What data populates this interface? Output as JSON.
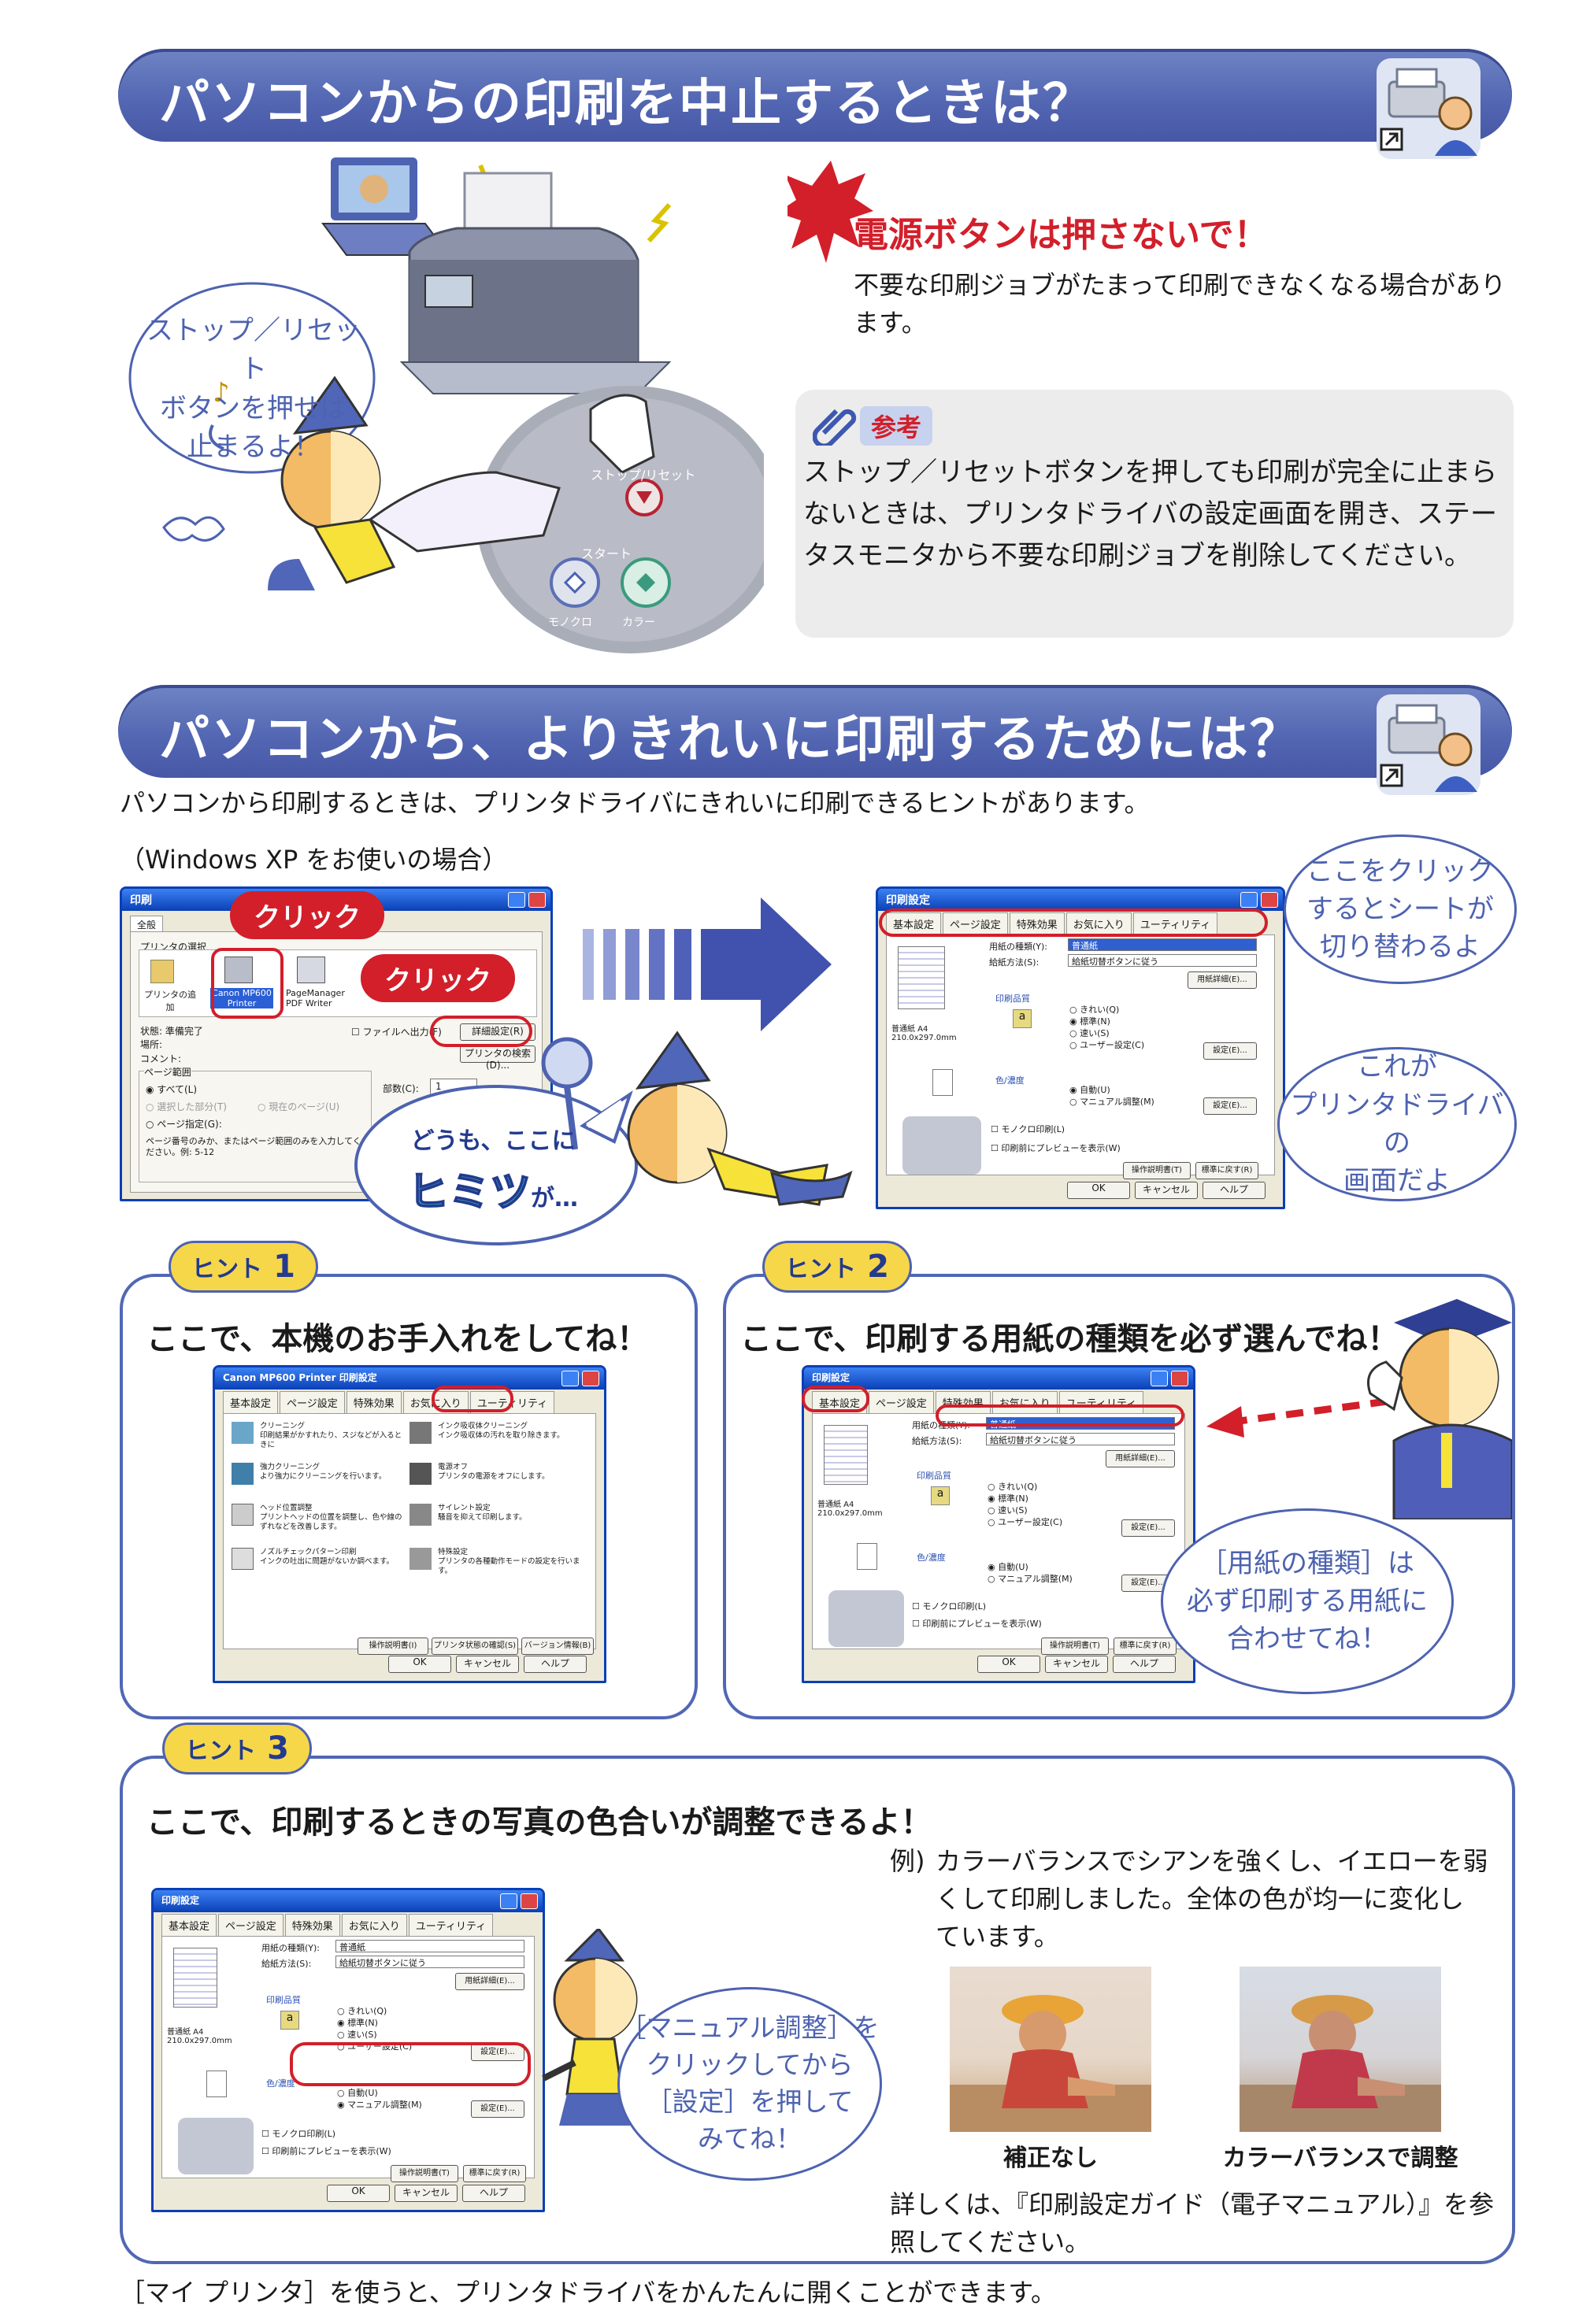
{
  "section1": {
    "title": "パソコンからの印刷を中止するときは？",
    "speech": [
      "ストップ／リセット",
      "ボタンを押せば",
      "止まるよ！"
    ],
    "panel_labels": {
      "reset": "ストップ/リセット",
      "start": "スタート",
      "mono": "モノクロ",
      "color": "カラー"
    },
    "warning_title": "電源ボタンは押さないで！",
    "warning_text": "不要な印刷ジョブがたまって印刷できなくなる場合があります。",
    "note_label": "参考",
    "note_text": "ストップ／リセットボタンを押しても印刷が完全に止まらないときは、プリンタドライバの設定画面を開き、ステータスモニタから不要な印刷ジョブを削除してください。"
  },
  "section2": {
    "title": "パソコンから、よりきれいに印刷するためには？",
    "intro": "パソコンから印刷するときは、プリンタドライバにきれいに印刷できるヒントがあります。",
    "os_note": "（Windows XP をお使いの場合）",
    "print_dialog": {
      "title": "印刷",
      "tab": "全般",
      "group": "プリンタの選択",
      "printers": [
        "プリンタの追加",
        "Canon MP600 Printer",
        "PageManager PDF Writer"
      ],
      "status_rows": [
        "状態:",
        "場所:",
        "コメント:"
      ],
      "status_value": "準備完了",
      "file_output": "ファイルへ出力(F)",
      "details_button": "詳細設定(R)",
      "search_button": "プリンタの検索(D)...",
      "range_group": "ページ範囲",
      "range_all": "すべて(L)",
      "range_select": "選択した部分(T)",
      "range_current": "現在のページ(U)",
      "range_pages": "ページ指定(G):",
      "copies_label": "部数(C):",
      "copies_value": "1",
      "range_help": "ページ番号のみか、またはページ範囲のみを入力してください。例: 5-12"
    },
    "click_labels": [
      "クリック",
      "クリック"
    ],
    "hint_speech": [
      "どうも、ここに",
      "ヒミツ",
      "が…"
    ],
    "sheet_speech": [
      "ここをクリック",
      "するとシートが",
      "切り替わるよ"
    ],
    "driver_speech": [
      "これが",
      "プリンタドライバの",
      "画面だよ"
    ],
    "driver": {
      "title": "印刷設定",
      "tabs": [
        "基本設定",
        "ページ設定",
        "特殊効果",
        "お気に入り",
        "ユーティリティ"
      ],
      "media_label": "用紙の種類(Y):",
      "media_value": "普通紙",
      "feed_label": "給紙方法(S):",
      "feed_value": "給紙切替ボタンに従う",
      "media_detail": "用紙詳細(E)...",
      "quality_label": "印刷品質",
      "quality_options": [
        "きれい(Q)",
        "標準(N)",
        "速い(S)",
        "ユーザー設定(C)"
      ],
      "set_button": "設定(E)...",
      "color_label": "色/濃度",
      "color_options": [
        "自動(U)",
        "マニュアル調整(M)"
      ],
      "mono_check": "モノクロ印刷(L)",
      "preview_check": "印刷前にプレビューを表示(W)",
      "paper_info": "普通紙  A4 210.0x297.0mm",
      "manual_button": "操作説明書(T)",
      "default_button": "標準に戻す(R)",
      "ok": "OK",
      "cancel": "キャンセル",
      "help": "ヘルプ"
    },
    "utility": {
      "title": "Canon MP600 Printer 印刷設定",
      "items": [
        [
          "クリーニング",
          "印刷結果がかすれたり、スジなどが入るときに"
        ],
        [
          "強力クリーニング",
          "より強力にクリーニングを行います。"
        ],
        [
          "ヘッド位置調整",
          "プリントヘッドの位置を調整し、色や線のずれなどを改善します。"
        ],
        [
          "ノズルチェックパターン印刷",
          "インクの吐出に問題がないか調べます。"
        ],
        [
          "インク吸収体クリーニング",
          "インク吸収体の汚れを取り除きます。"
        ],
        [
          "電源オフ",
          "プリンタの電源をオフにします。"
        ],
        [
          "サイレント設定",
          "騒音を抑えて印刷します。"
        ],
        [
          "特殊設定",
          "プリンタの各種動作モードの設定を行います。"
        ]
      ],
      "buttons": [
        "操作説明書(I)",
        "プリンタ状態の確認(S)",
        "バージョン情報(B)"
      ]
    },
    "hint1": {
      "label": "ヒント",
      "num": "1",
      "heading": "ここで、本機のお手入れをしてね！"
    },
    "hint2": {
      "label": "ヒント",
      "num": "2",
      "heading": "ここで、印刷する用紙の種類を必ず選んでね！",
      "speech": [
        "［用紙の種類］は",
        "必ず印刷する用紙に",
        "合わせてね！"
      ]
    },
    "hint3": {
      "label": "ヒント",
      "num": "3",
      "heading": "ここで、印刷するときの写真の色合いが調整できるよ！",
      "speech": [
        "［マニュアル調整］を",
        "クリックしてから",
        "［設定］を押して",
        "みてね！"
      ],
      "example_prefix": "例)",
      "example": "カラーバランスでシアンを強くし、イエローを弱くして印刷しました。全体の色が均一に変化しています。",
      "photo_captions": [
        "補正なし",
        "カラーバランスで調整"
      ],
      "more": "詳しくは、『印刷設定ガイド（電子マニュアル）』を参照してください。"
    }
  },
  "footer": "［マイ プリンタ］を使うと、プリンタドライバをかんたんに開くことができます。",
  "colors": {
    "banner": "#5467b3",
    "accent_red": "#d21f2a",
    "frame": "#5167b5",
    "hint_badge": "#f6d74a"
  }
}
